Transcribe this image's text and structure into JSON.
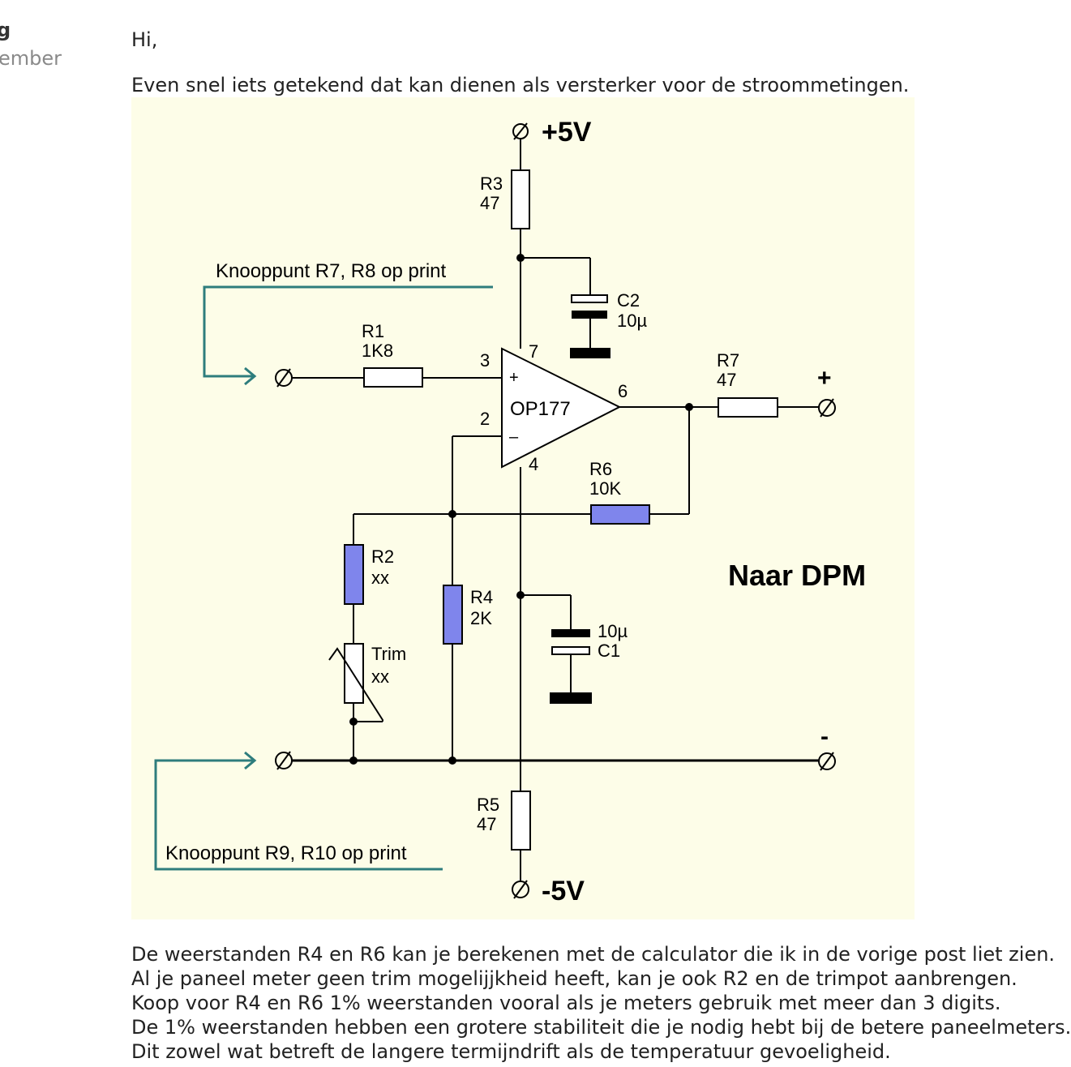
{
  "author": {
    "name_partial": "g",
    "date_partial": "ember"
  },
  "post": {
    "greeting": "Hi,",
    "intro": "Even snel iets getekend dat kan dienen als versterker voor de stroommetingen.",
    "paragraph": [
      "De weerstanden R4 en R6 kan je berekenen met de calculator die ik in de vorige post liet zien.",
      "Al je paneel meter geen trim mogelijjkheid heeft, kan je ook R2 en de trimpot aanbrengen.",
      "Koop voor R4 en R6 1% weerstanden vooral als je meters gebruik met meer dan 3 digits.",
      "De 1% weerstanden hebben een grotere stabiliteit die je nodig hebt bij de betere paneelmeters.",
      "Dit zowel wat betreft de langere termijndrift als de temperatuur gevoeligheid."
    ]
  },
  "schematic": {
    "supply_pos": "+5V",
    "supply_neg": "-5V",
    "r3": {
      "name": "R3",
      "value": "47"
    },
    "c2": {
      "name": "C2",
      "value": "10µ"
    },
    "r1": {
      "name": "R1",
      "value": "1K8"
    },
    "opamp": {
      "label": "OP177",
      "plus": "+",
      "minus": "–",
      "pin3": "3",
      "pin2": "2",
      "pin7": "7",
      "pin6": "6",
      "pin4": "4"
    },
    "r7": {
      "name": "R7",
      "value": "47"
    },
    "r6": {
      "name": "R6",
      "value": "10K"
    },
    "r2": {
      "name": "R2",
      "value": "xx"
    },
    "trim": {
      "name": "Trim",
      "value": "xx"
    },
    "r4": {
      "name": "R4",
      "value": "2K"
    },
    "c1": {
      "name": "C1",
      "value": "10µ"
    },
    "r5": {
      "name": "R5",
      "value": "47"
    },
    "out_plus": "+",
    "out_minus": "-",
    "naar_dpm": "Naar DPM",
    "node_top": "Knooppunt R7, R8 op print",
    "node_bottom": "Knooppunt R9, R10 op print",
    "colors": {
      "background": "#fdfde8",
      "wire": "#000000",
      "resistor_highlight": "#7f85ec",
      "annotation_arrow": "#2e7d7d"
    }
  }
}
